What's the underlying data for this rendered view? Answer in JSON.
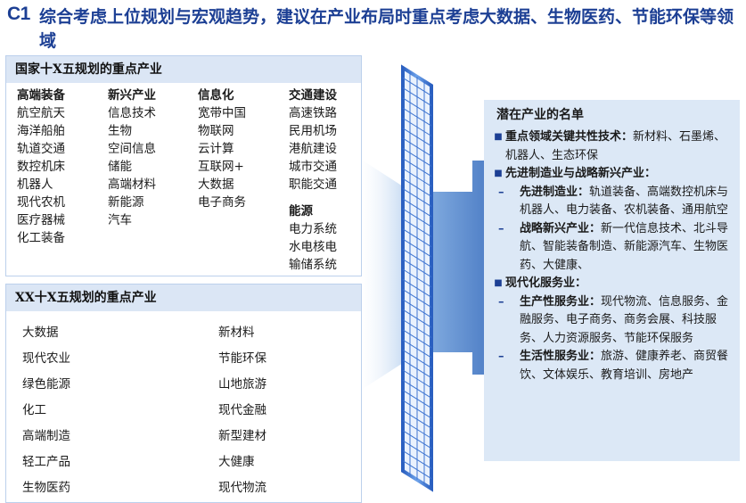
{
  "header": {
    "badge": "C1",
    "title": "综合考虑上位规划与宏观趋势，建议在产业布局时重点考虑大数据、生物医药、节能环保等领域"
  },
  "national": {
    "title": "国家十X五规划的重点产业",
    "columns": [
      {
        "heading": "高端装备",
        "items": [
          "航空航天",
          "海洋船舶",
          "轨道交通",
          "数控机床",
          "机器人",
          "现代农机",
          "医疗器械",
          "化工装备"
        ]
      },
      {
        "heading": "新兴产业",
        "items": [
          "信息技术",
          "生物",
          "空间信息",
          "储能",
          "高端材料",
          "新能源",
          "汽车"
        ]
      },
      {
        "heading": "信息化",
        "items": [
          "宽带中国",
          "物联网",
          "云计算",
          "互联网+",
          "大数据",
          "电子商务"
        ]
      },
      {
        "heading": "交通建设",
        "items": [
          "高速铁路",
          "民用机场",
          "港航建设",
          "城市交通",
          "职能交通"
        ]
      },
      {
        "heading": "能源",
        "items": [
          "电力系统",
          "水电核电",
          "输储系统"
        ]
      }
    ]
  },
  "local": {
    "title": "XX十X五规划的重点产业",
    "left": [
      "大数据",
      "现代农业",
      "绿色能源",
      "化工",
      "高端制造",
      "轻工产品",
      "生物医药"
    ],
    "right": [
      "新材料",
      "节能环保",
      "山地旅游",
      "现代金融",
      "新型建材",
      "大健康",
      "现代物流"
    ]
  },
  "potential": {
    "title": "潜在产业的名单",
    "bullets": [
      {
        "level": 1,
        "label": "重点领域关键共性技术：",
        "text": "新材料、石墨烯、机器人、生态环保"
      },
      {
        "level": 1,
        "label": "先进制造业与战略新兴产业：",
        "text": ""
      },
      {
        "level": 2,
        "label": "先进制造业：",
        "text": "轨道装备、高端数控机床与机器人、电力装备、农机装备、通用航空"
      },
      {
        "level": 2,
        "label": "战略新兴产业：",
        "text": "新一代信息技术、北斗导航、智能装备制造、新能源汽车、生物医药、大健康、"
      },
      {
        "level": 1,
        "label": "现代化服务业：",
        "text": ""
      },
      {
        "level": 2,
        "label": "生产性服务业：",
        "text": "现代物流、信息服务、金融服务、电子商务、商务会展、科技服务、人力资源服务、节能环保服务"
      },
      {
        "level": 2,
        "label": "生活性服务业：",
        "text": "旅游、健康养老、商贸餐饮、文体娱乐、教育培训、房地产"
      }
    ],
    "bullet_marker": "■",
    "dash_marker": "–"
  },
  "colors": {
    "title": "#1c3f94",
    "header_fill": "#dbe6f5",
    "panel_fill": "#dce8f6",
    "filter_fill": "#5a8fdb"
  }
}
